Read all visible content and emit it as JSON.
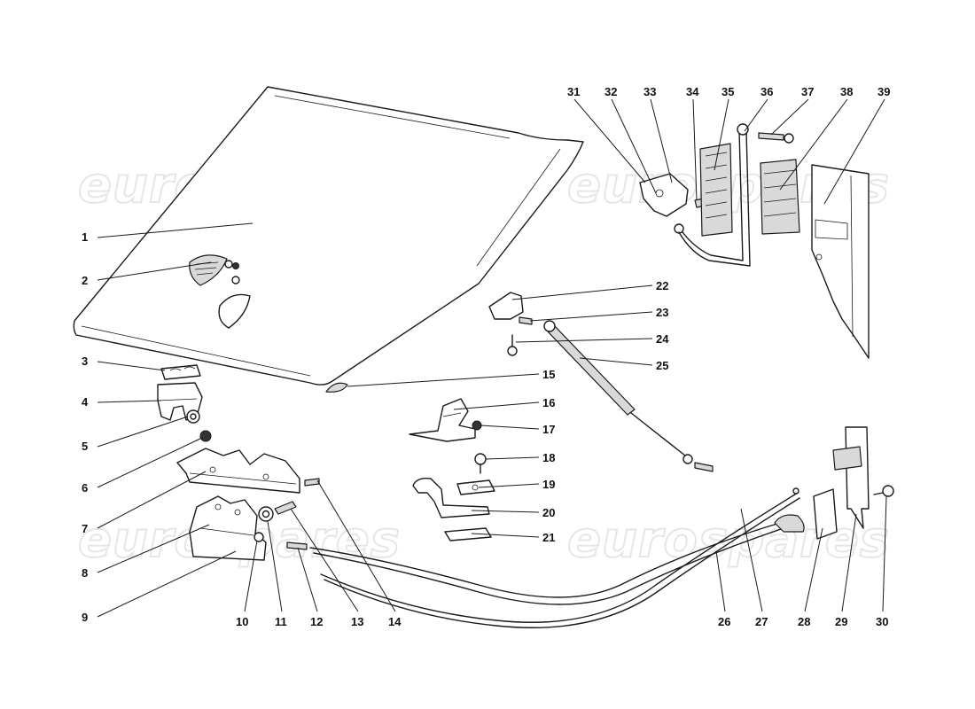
{
  "watermark": {
    "text": "eurospares"
  },
  "callouts": [
    {
      "n": "1"
    },
    {
      "n": "2"
    },
    {
      "n": "3"
    },
    {
      "n": "4"
    },
    {
      "n": "5"
    },
    {
      "n": "6"
    },
    {
      "n": "7"
    },
    {
      "n": "8"
    },
    {
      "n": "9"
    },
    {
      "n": "10"
    },
    {
      "n": "11"
    },
    {
      "n": "12"
    },
    {
      "n": "13"
    },
    {
      "n": "14"
    },
    {
      "n": "15"
    },
    {
      "n": "16"
    },
    {
      "n": "17"
    },
    {
      "n": "18"
    },
    {
      "n": "19"
    },
    {
      "n": "20"
    },
    {
      "n": "21"
    },
    {
      "n": "22"
    },
    {
      "n": "23"
    },
    {
      "n": "24"
    },
    {
      "n": "25"
    },
    {
      "n": "26"
    },
    {
      "n": "27"
    },
    {
      "n": "28"
    },
    {
      "n": "29"
    },
    {
      "n": "30"
    },
    {
      "n": "31"
    },
    {
      "n": "32"
    },
    {
      "n": "33"
    },
    {
      "n": "34"
    },
    {
      "n": "35"
    },
    {
      "n": "36"
    },
    {
      "n": "37"
    },
    {
      "n": "38"
    },
    {
      "n": "39"
    }
  ]
}
